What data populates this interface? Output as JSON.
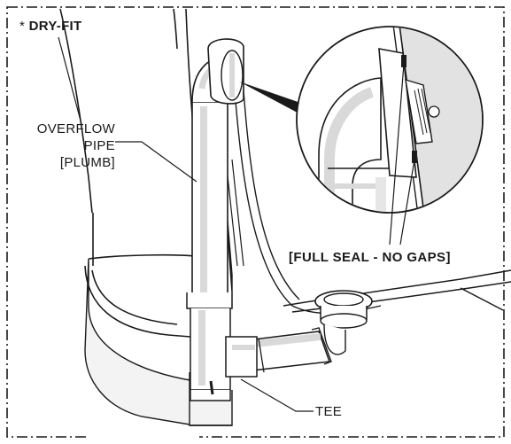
{
  "annotations": {
    "note_prefix": "* ",
    "note_text": "DRY-FIT",
    "overflow_pipe": [
      "OVERFLOW",
      "PIPE",
      "[PLUMB]"
    ],
    "full_seal": "[FULL SEAL - NO GAPS]",
    "tee": "TEE"
  },
  "colors": {
    "line": "#1a1a1a",
    "highlight": "#d9d9d9",
    "shade": "#eeeeee",
    "background": "#ffffff"
  }
}
